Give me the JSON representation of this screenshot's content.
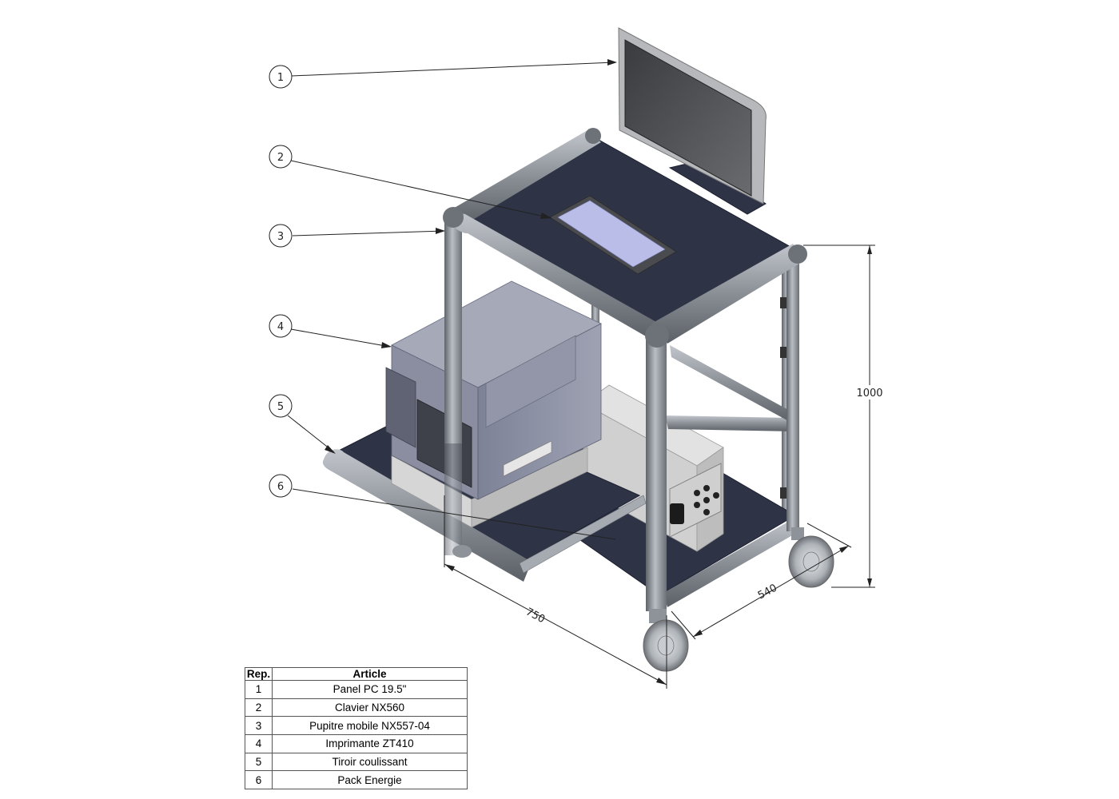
{
  "callouts": [
    {
      "rep": "1"
    },
    {
      "rep": "2"
    },
    {
      "rep": "3"
    },
    {
      "rep": "4"
    },
    {
      "rep": "5"
    },
    {
      "rep": "6"
    }
  ],
  "dimensions": {
    "height": "1000",
    "depth": "540",
    "width": "750"
  },
  "bom": {
    "header_rep": "Rep.",
    "header_article": "Article",
    "rows": [
      {
        "rep": "1",
        "article": "Panel PC 19.5\""
      },
      {
        "rep": "2",
        "article": "Clavier NX560"
      },
      {
        "rep": "3",
        "article": "Pupitre mobile NX557-04"
      },
      {
        "rep": "4",
        "article": "Imprimante ZT410"
      },
      {
        "rep": "5",
        "article": "Tiroir coulissant"
      },
      {
        "rep": "6",
        "article": "Pack Energie"
      }
    ]
  },
  "colors": {
    "frame": "#8c9197",
    "shelf": "#2e3346",
    "printer": "#8c90a3",
    "power_box": "#d2d2d2"
  }
}
